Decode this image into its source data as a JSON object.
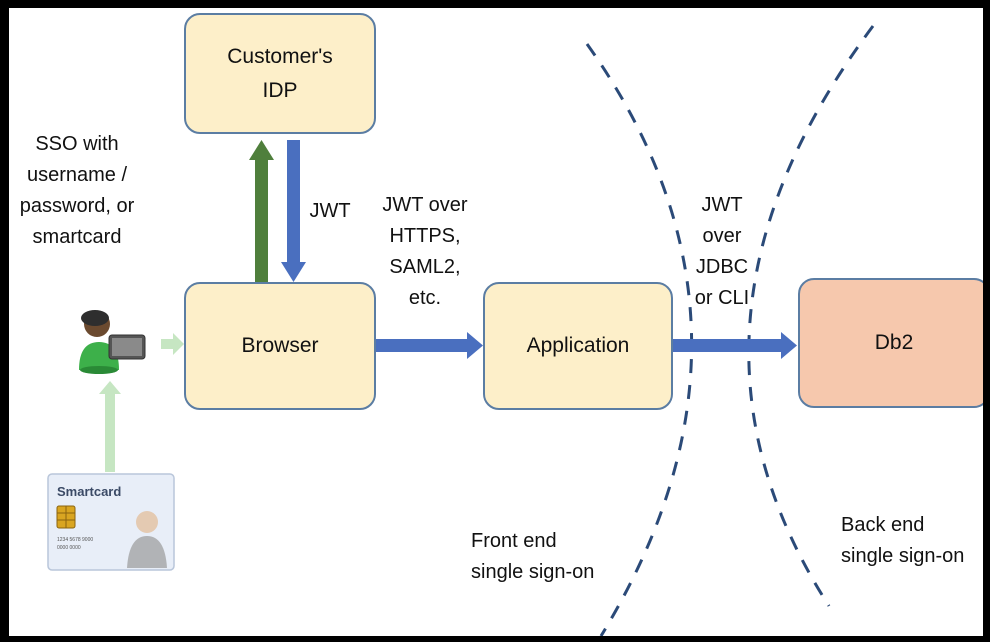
{
  "nodes": {
    "idp": "Customer's\nIDP",
    "browser": "Browser",
    "application": "Application",
    "db2": "Db2"
  },
  "labels": {
    "sso": "SSO with\nusername /\npassword, or\nsmartcard",
    "jwt": "JWT",
    "jwt_https": "JWT over\nHTTPS,\nSAML2,\netc.",
    "jwt_jdbc": "JWT\nover\nJDBC\nor CLI",
    "front_end": "Front end\nsingle sign-on",
    "back_end": "Back end\nsingle sign-on"
  },
  "smartcard": {
    "title": "Smartcard",
    "line1": "1234 5678 9000",
    "line2": "0000 0000"
  },
  "colors": {
    "box_fill": "#fdefc9",
    "db_fill": "#f6c8ad",
    "box_border": "#5b7da3",
    "arrow_blue": "#4a6fbf",
    "arrow_green": "#4f7f3c",
    "arrow_light_green": "#c6e6c2",
    "dashed_line": "#2b4a78"
  },
  "icons": [
    "user-with-tablet-icon",
    "smartcard-icon"
  ]
}
